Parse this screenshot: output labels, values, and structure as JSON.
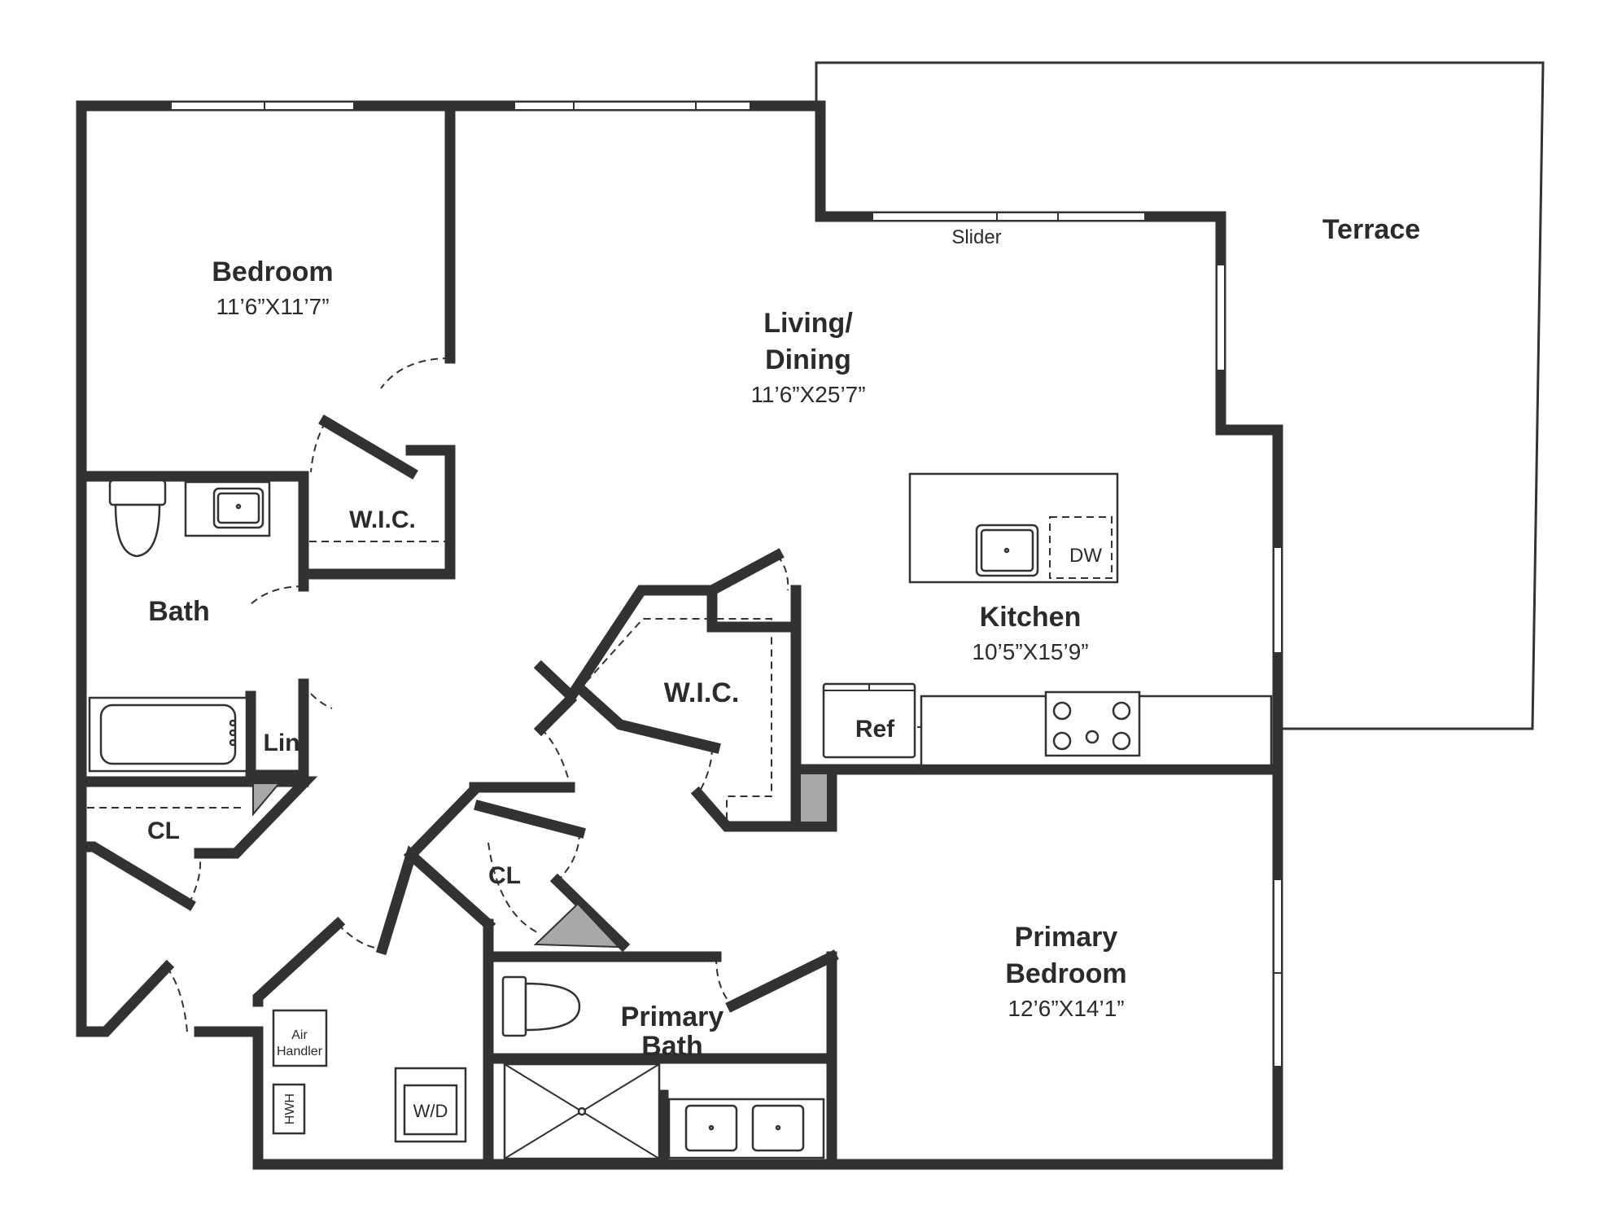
{
  "plan": {
    "rooms": {
      "bedroom": {
        "name": "Bedroom",
        "dim": "11’6”X11’7”"
      },
      "living": {
        "name_line1": "Living/",
        "name_line2": "Dining",
        "dim": "11’6”X25’7”"
      },
      "kitchen": {
        "name": "Kitchen",
        "dim": "10’5”X15’9”"
      },
      "terrace": {
        "name": "Terrace"
      },
      "bath": {
        "name": "Bath"
      },
      "wic_bedroom": {
        "name": "W.I.C."
      },
      "wic_primary": {
        "name": "W.I.C."
      },
      "linen": {
        "name": "Lin"
      },
      "closet_hall": {
        "name": "CL"
      },
      "closet_center": {
        "name": "CL"
      },
      "primary_bedroom": {
        "name_line1": "Primary",
        "name_line2": "Bedroom",
        "dim": "12’6”X14’1”"
      },
      "primary_bath": {
        "name_line1": "Primary",
        "name_line2": "Bath"
      }
    },
    "fixtures": {
      "slider": "Slider",
      "dishwasher": "DW",
      "refrigerator": "Ref",
      "air_handler_line1": "Air",
      "air_handler_line2": "Handler",
      "water_heater": "HWH",
      "washer_dryer": "W/D"
    },
    "colors": {
      "wall": "#333132",
      "text": "#2d2a2b",
      "shaded_chase": "#a8a8a8",
      "background": "#ffffff"
    }
  }
}
